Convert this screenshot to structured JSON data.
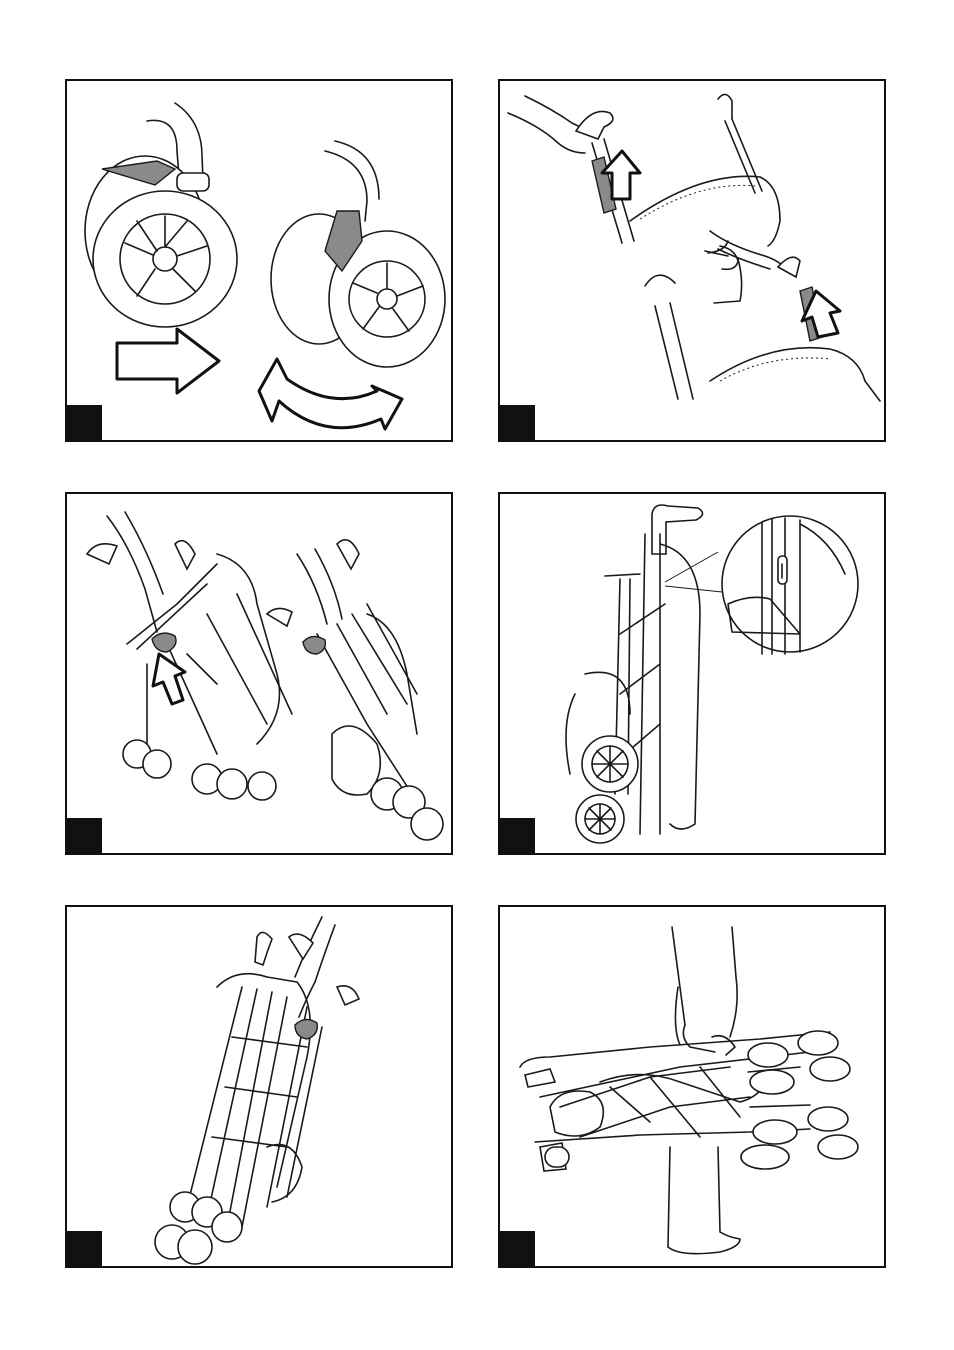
{
  "page": {
    "panels": [
      {
        "id": "p1",
        "step": "",
        "content": "wheel-swivel"
      },
      {
        "id": "p2",
        "step": "",
        "content": "handle-release"
      },
      {
        "id": "p3",
        "step": "",
        "content": "fold-lever"
      },
      {
        "id": "p4",
        "step": "",
        "content": "fold-lock"
      },
      {
        "id": "p5",
        "step": "",
        "content": "folded-carry"
      },
      {
        "id": "p6",
        "step": "",
        "content": "carry-folded"
      }
    ]
  },
  "colors": {
    "ink": "#111111",
    "shade": "#8a8a8a",
    "paper": "#ffffff"
  }
}
